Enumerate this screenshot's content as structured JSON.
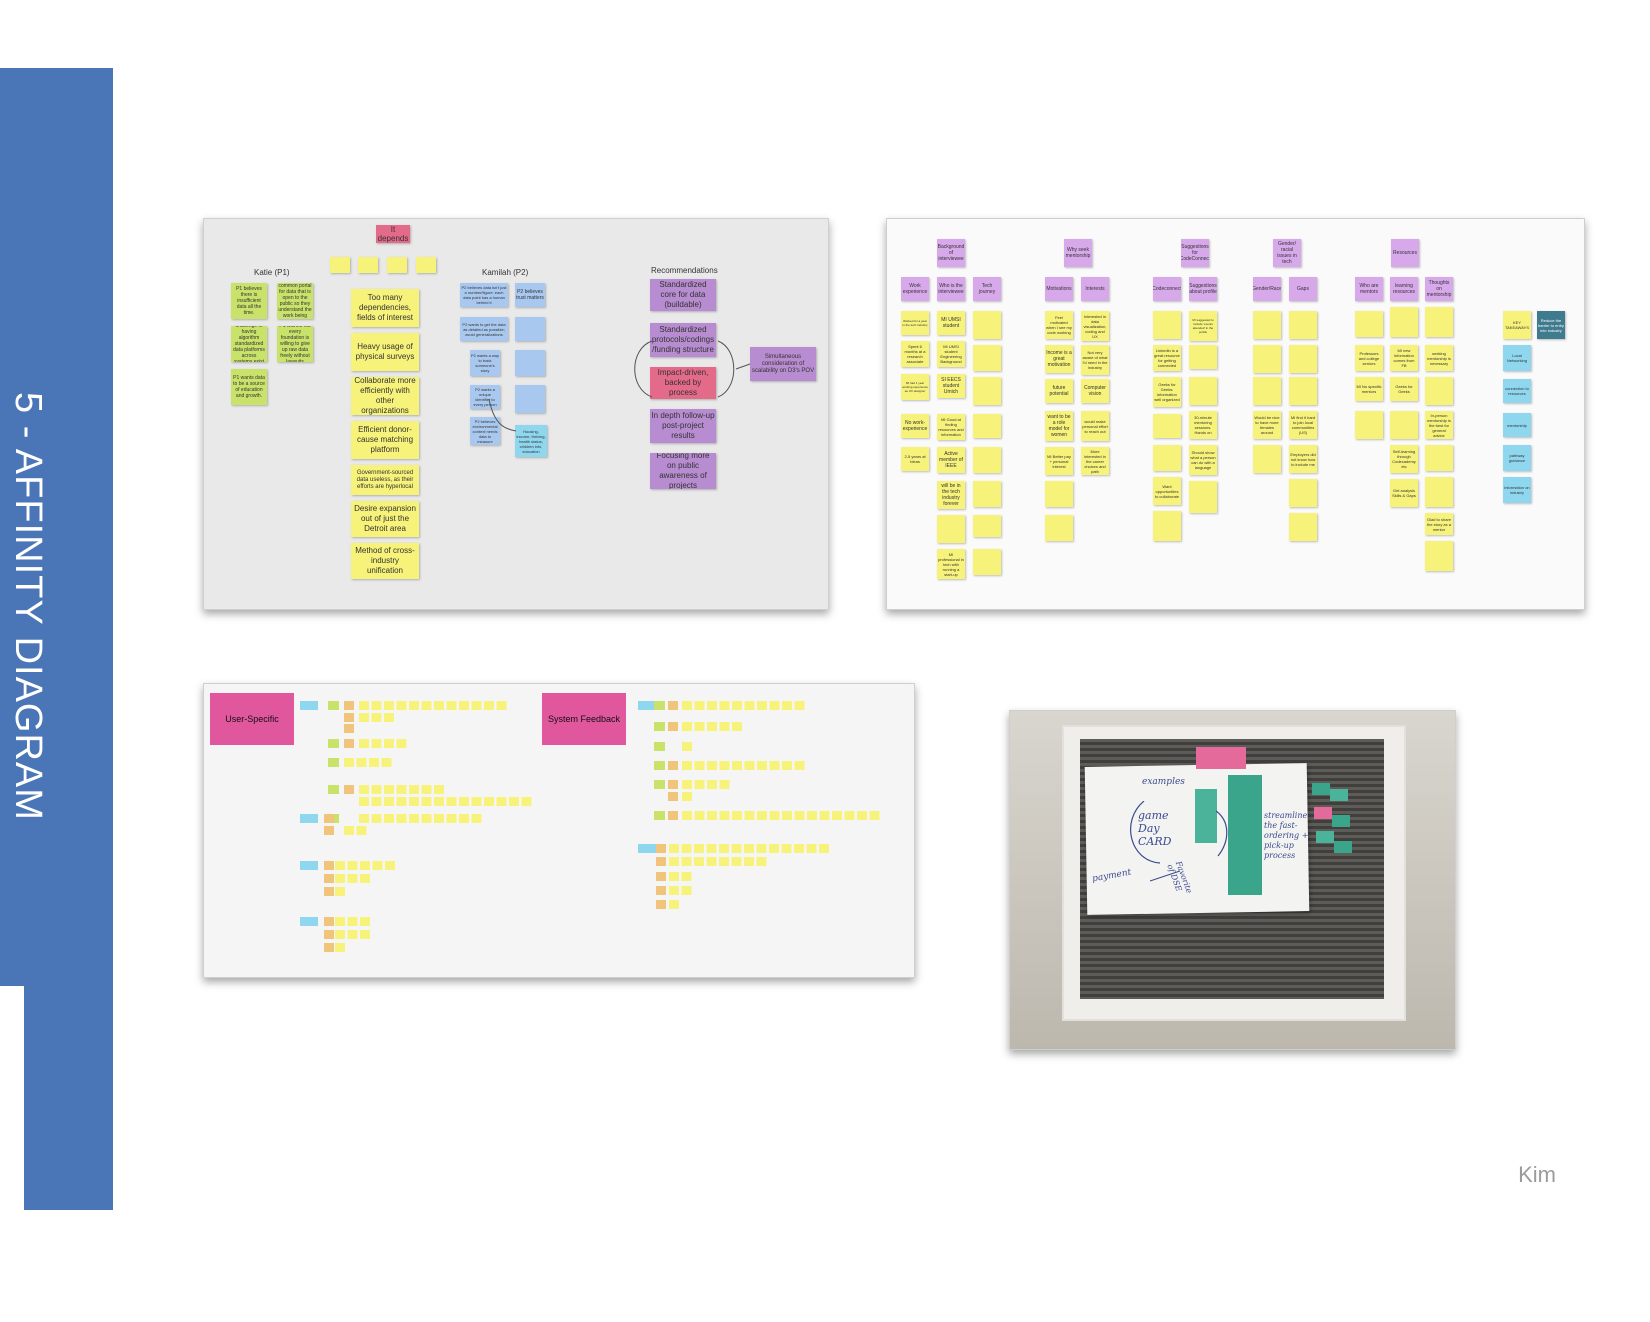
{
  "sidebar": {
    "title": "5 - AFFINITY DIAGRAM"
  },
  "footer": {
    "author": "Kim"
  },
  "board1": {
    "top_label": "It depends",
    "col_katie": "Katie (P1)",
    "col_kamilah": "Kamilah (P2)",
    "col_recs": "Recommendations",
    "katie_notes": [
      "P1 believes there is insufficient data all the time.",
      "P1 wants a common portal for data that is open to the public so they understand the work being done.",
      "P1 believes a challenge in having algorithm standardized data platforms across systems exist for grants",
      "P1 wishes not every foundation is willing to give up raw data freely without lawsuits",
      "P1 wants data to be a source of education and growth."
    ],
    "middle_notes": [
      "Too many dependencies, fields of interest",
      "Heavy usage of physical surveys",
      "Collaborate more efficiently with other organizations",
      "Efficient donor-cause matching platform",
      "Government-sourced data useless, as their efforts are hyperlocal",
      "Desire expansion out of just the Detroit area",
      "Method of cross-industry unification"
    ],
    "kamilah_notes": [
      "P2 believes data isn't just a number/figure; each data point has a human behind it",
      "P2 believes trust matters",
      "P2 wants to get the data as detailed as possible; avoid generalizations",
      "P2 wants a way to track someone's story",
      "P2 wants a unique identifier to every person",
      "P2 believes environmental context needs data to measure",
      "Housing, income, thriving, health status, children info, education"
    ],
    "rec_notes": [
      "Standardized core for data (buildable)",
      "Standardized protocols/codings /funding structure",
      "Impact-driven, backed by process",
      "In depth follow-up post-project results",
      "Focusing more on public awareness of projects",
      "Simultaneous consideration of scalability on D3's POV"
    ]
  },
  "board2": {
    "groups": [
      "Background of interviewee",
      "Why seek mentorship",
      "Suggestions for CodeConnect",
      "Gender/ racial issues in tech",
      "Resources"
    ],
    "subheads": [
      "Work experience",
      "Who is the interviewee",
      "Tech journey",
      "Motivations",
      "Interests",
      "Codeconnect",
      "Suggestions about profile",
      "Gender/Race",
      "Gaps",
      "Who are mentors",
      "learning resources",
      "Thoughts on mentorship"
    ],
    "notes": [
      "Worked for a year in the tech industry",
      "MI UMSI student",
      "Spent 6 months at a research associate",
      "MI UMSI student Engineering Background",
      "MI had 1 year working experience as UX designer",
      "SI EECS student Umich",
      "No work-experience",
      "MI Good at finding resources and information",
      "2-5 years at Ideas",
      "Active member of IEEE",
      "will be in the tech industry forever",
      "MI professional in tech with running a start-up",
      "Feel motivated when I see my code working",
      "Income is a great motivation",
      "future potential",
      "want to be a role model for women",
      "MI Better pay + personal interest",
      "Interested in data visualization, coding and UX",
      "Not very aware of what I'd need in the industry",
      "Computer vision",
      "would make personal effort to reach out",
      "More interested in the career choices and path",
      "Linkedin is a great resource for getting connected",
      "Geeks for Geeks: information well organized",
      "Want opportunities to collaborate",
      "MI suggested to include 'events attended' in the profile",
      "Should show what a person can do with a language",
      "30-minute mentoring sessions. Hands on",
      "Would be nice to have more females around",
      "MI find it hard to join local communities (US)",
      "Employers did not know how to include me",
      "Professors and college seniors",
      "MI No specific mentors",
      "Geeks for Geeks",
      "MI new information comes from FB",
      "Self-learning through Codecademy etc",
      "Get analysis Skills & Gaps",
      "seeking mentorship is necessary",
      "In-person mentorship is the best for general advice",
      "Glad to share the story as a mentor"
    ],
    "takeaways": [
      "KEY TAKEAWAYS",
      "Reduce the barrier to entry into industry",
      "Local Networking",
      "connection to resources",
      "mentorship",
      "pathway guidance",
      "information on industry"
    ]
  },
  "board3": {
    "user_label": "User-Specific",
    "system_label": "System Feedback"
  },
  "photo": {
    "scrawl_1": "examples",
    "scrawl_2": "game Day CARD",
    "scrawl_3": "payment",
    "scrawl_4": "Favorite of DSE",
    "scrawl_5": "streamline the fast-ordering + pick-up process"
  }
}
